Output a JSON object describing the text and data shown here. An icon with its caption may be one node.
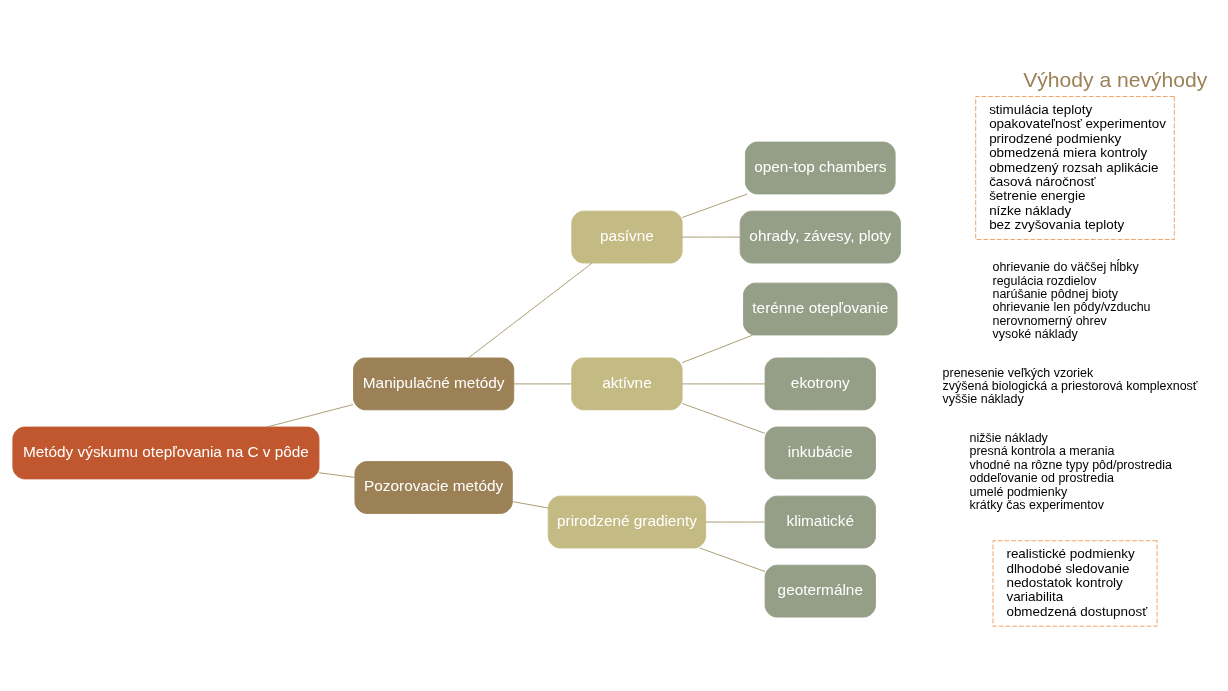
{
  "diagram": {
    "title": "Výhody a nevýhody",
    "nodes": [
      {
        "text": [
          "Metódy výskumu otepľovania na C v pôde"
        ]
      },
      {
        "text": [
          "Manipulačné metódy"
        ]
      },
      {
        "text": [
          "pasívne"
        ]
      },
      {
        "text": [
          "open-top chambers"
        ]
      },
      {
        "text": [
          "ohrady, závesy, ploty"
        ]
      },
      {
        "text": [
          "aktívne"
        ]
      },
      {
        "text": [
          "terénne otepľovanie"
        ],
        "beside": [
          "ohrievanie do väčšej hĺbky",
          "regulácia rozdielov",
          "narúšanie pôdnej bioty",
          "ohrievanie len pôdy/vzduchu",
          "nerovnomerný ohrev",
          "vysoké náklady"
        ]
      },
      {
        "text": [
          "ekotrony"
        ],
        "beside": [
          "prenesenie veľkých vzoriek",
          "zvýšená biologická a priestorová komplexnosť",
          "vyššie náklady"
        ]
      },
      {
        "text": [
          "inkubácie"
        ],
        "beside": [
          "nižšie náklady",
          "presná kontrola a merania",
          "vhodné na rôzne typy pôd/prostredia",
          "oddeľovanie od prostredia",
          "umelé podmienky",
          "krátky čas experimentov"
        ]
      },
      {
        "text": [
          "Pozorovacie metódy"
        ]
      },
      {
        "text": [
          "prirodzené gradienty"
        ]
      },
      {
        "text": [
          "klimatické"
        ]
      },
      {
        "text": [
          "geotermálne"
        ]
      },
      {
        "text": [
          "stimulácia teploty",
          "opakovateľnosť experimentov",
          "prirodzené podmienky",
          "obmedzená miera kontroly",
          "obmedzený rozsah aplikácie",
          "časová náročnosť",
          "šetrenie energie",
          "nízke náklady",
          "bez zvyšovania teploty"
        ]
      },
      {
        "text": [
          "realistické podmienky",
          "dlhodobé sledovanie",
          "nedostatok kontroly",
          "variabilita",
          "obmedzená dostupnosť"
        ]
      }
    ],
    "edges": [
      {
        "from": 0,
        "to": 1,
        "arrow": "none"
      },
      {
        "from": 1,
        "to": 2,
        "arrow": "none"
      },
      {
        "from": 2,
        "to": 3,
        "arrow": "none"
      },
      {
        "from": 2,
        "to": 4,
        "arrow": "none"
      },
      {
        "from": 1,
        "to": 5,
        "arrow": "none"
      },
      {
        "from": 5,
        "to": 6,
        "arrow": "none"
      },
      {
        "from": 5,
        "to": 7,
        "arrow": "none"
      },
      {
        "from": 5,
        "to": 8,
        "arrow": "none"
      },
      {
        "from": 0,
        "to": 9,
        "arrow": "none"
      },
      {
        "from": 9,
        "to": 10,
        "arrow": "none"
      },
      {
        "from": 10,
        "to": 11,
        "arrow": "none"
      },
      {
        "from": 10,
        "to": 12,
        "arrow": "none"
      }
    ]
  }
}
